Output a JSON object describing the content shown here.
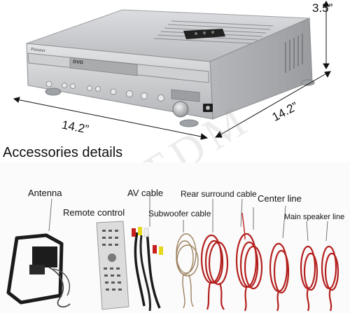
{
  "dimensions": {
    "height": "3.5”",
    "depth": "14.2”",
    "width": "14.2”"
  },
  "device": {
    "brand": "Pioneer",
    "disc_label": "DVD"
  },
  "accessories": {
    "title": "Accessories details",
    "labels": {
      "antenna": "Antenna",
      "remote": "Remote control",
      "av_cable": "AV cable",
      "subwoofer": "Subwoofer cable",
      "rear": "Rear surround cable",
      "center": "Center line",
      "main": "Main speaker line"
    }
  },
  "watermark": "SYLTDM",
  "colors": {
    "chassis": "#c8c9cb",
    "cable_red": "#b3201e",
    "cable_black": "#1c1c1c",
    "sub_cable": "#9d8260",
    "remote_body": "#dcdcdc"
  }
}
